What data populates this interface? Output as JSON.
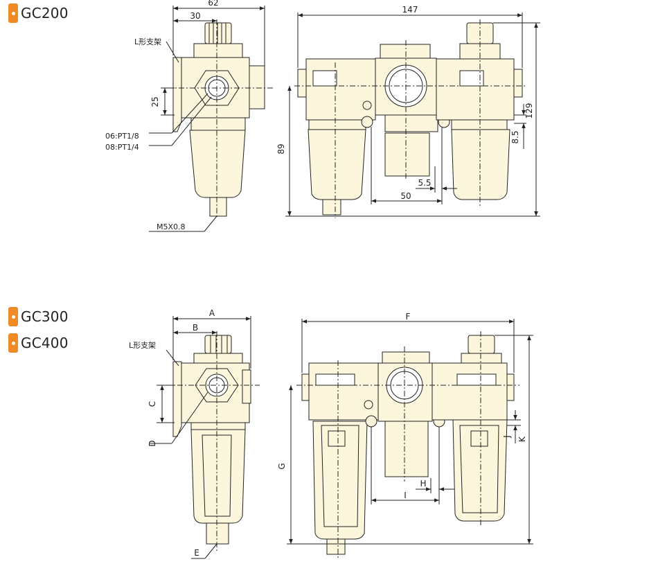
{
  "models": {
    "top": "GC200",
    "bottom_a": "GC300",
    "bottom_b": "GC400"
  },
  "gc200": {
    "dim_width": "62",
    "dim_b": "30",
    "dim_c": "25",
    "port_06": "06:PT1/8",
    "port_08": "08:PT1/4",
    "drain_thread": "M5X0.8",
    "bracket_label": "L形支架",
    "dim_total_width": "147",
    "dim_height": "129",
    "dim_g": "89",
    "dim_j": "8.5",
    "dim_h": "5.5",
    "dim_i": "50"
  },
  "gc300": {
    "dim_a": "A",
    "dim_b": "B",
    "dim_c": "C",
    "dim_d": "D",
    "dim_e": "E",
    "bracket_label": "L形支架",
    "dim_f": "F",
    "dim_g": "G",
    "dim_h": "H",
    "dim_i": "I",
    "dim_j": "J",
    "dim_k": "K"
  },
  "colors": {
    "body_fill": "#fcf6dc",
    "line": "#222222",
    "accent": "#f08a24"
  }
}
